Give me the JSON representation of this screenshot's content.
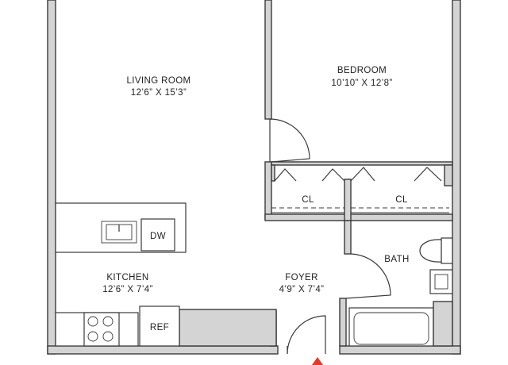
{
  "rooms": {
    "living_room": {
      "name": "LIVING ROOM",
      "size": "12’6” X 15’3”"
    },
    "bedroom": {
      "name": "BEDROOM",
      "size": "10’10” X 12’8”"
    },
    "closet_left": {
      "name": "CL"
    },
    "closet_right": {
      "name": "CL"
    },
    "bath": {
      "name": "BATH"
    },
    "kitchen": {
      "name": "KITCHEN",
      "size": "12’6” X 7’4”"
    },
    "foyer": {
      "name": "FOYER",
      "size": "4’9” X 7’4”"
    }
  },
  "appliances": {
    "dishwasher": "DW",
    "refrigerator": "REF"
  },
  "colors": {
    "wall_fill": "#d4d4d4",
    "wall_stroke": "#3a3a3a",
    "entry_marker": "#e03b2a"
  },
  "icons": {
    "entry": "entry-arrow-icon"
  }
}
